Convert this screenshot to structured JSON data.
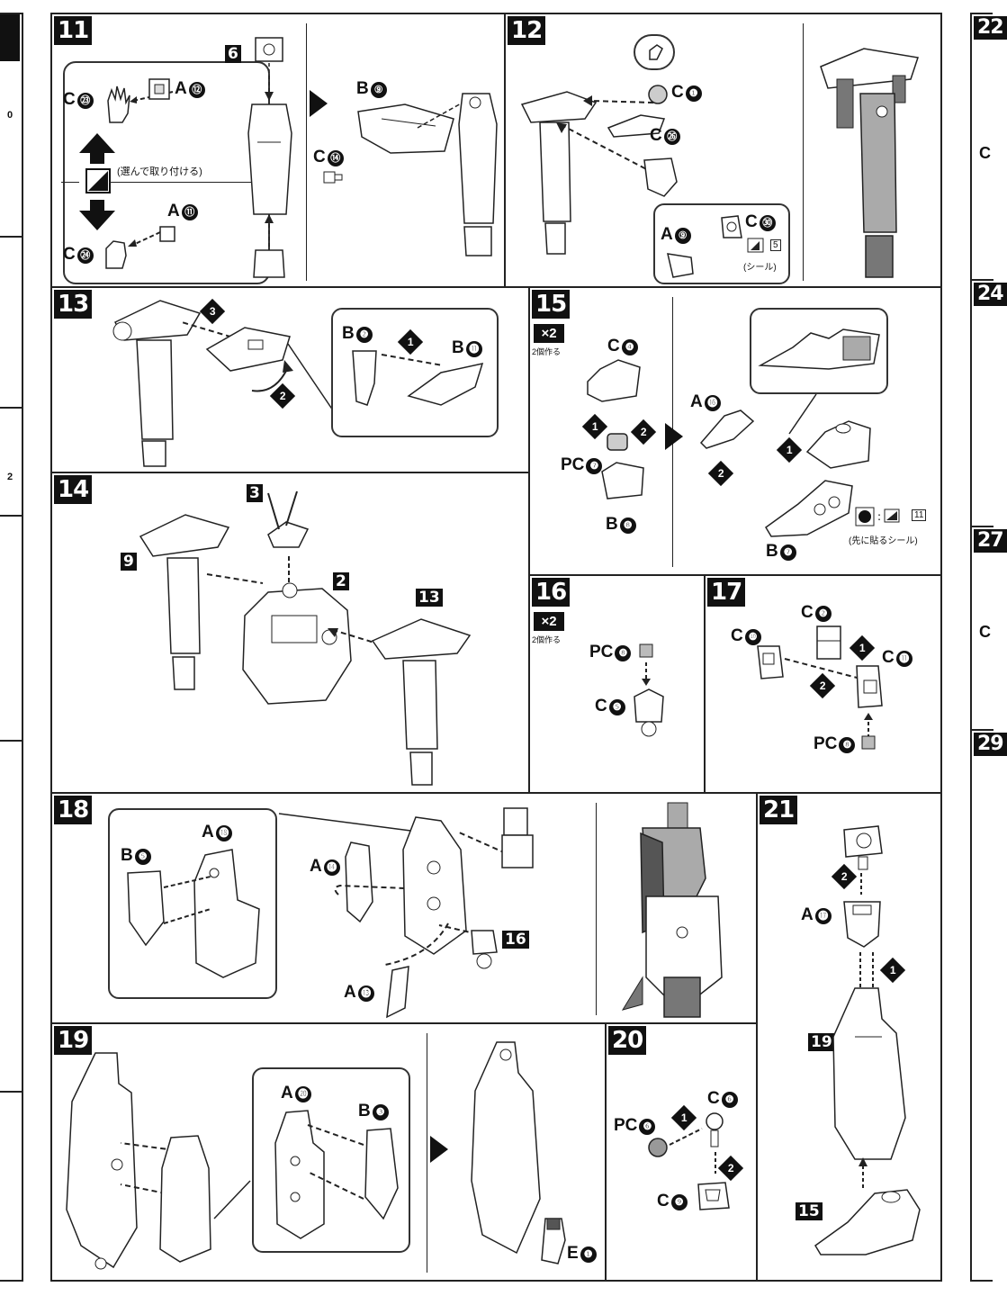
{
  "steps": {
    "s11": {
      "num": "11",
      "c23": "C",
      "c23n": "㉓",
      "a12": "A",
      "a12n": "⑫",
      "c24": "C",
      "c24n": "㉔",
      "a11": "A",
      "a11n": "⑪",
      "select_note": "(選んで取り付ける)",
      "ref6": "6",
      "b9": "B",
      "b9n": "⑨",
      "c14": "C",
      "c14n": "⑭"
    },
    "s12": {
      "num": "12",
      "c1": "C",
      "c1n": "❶",
      "c26": "C",
      "c26n": "㉖",
      "a9": "A",
      "a9n": "⑨",
      "c30": "C",
      "c30n": "㉚",
      "sticker_num": "5",
      "sticker_note": "(シール)"
    },
    "s13": {
      "num": "13",
      "b2": "B",
      "b2n": "❷",
      "b11": "B",
      "b11n": "⓫",
      "seq1": "1",
      "seq2": "2",
      "seq3": "3"
    },
    "s14": {
      "num": "14",
      "ref3": "3",
      "ref9": "9",
      "ref2": "2",
      "ref13": "13"
    },
    "s15": {
      "num": "15",
      "x2": "×2",
      "x2_note": "2個作る",
      "c4": "C",
      "c4n": "❹",
      "pc7": "PC",
      "pc7n": "❼",
      "b8": "B",
      "b8n": "❽",
      "a16": "A",
      "a16n": "⓰",
      "b7": "B",
      "b7n": "❼",
      "sticker_num": "11",
      "sticker_note": "(先に貼るシール)",
      "seq1": "1",
      "seq2": "2"
    },
    "s16": {
      "num": "16",
      "x2": "×2",
      "x2_note": "2個作る",
      "pc8": "PC",
      "pc8n": "❽",
      "c5": "C",
      "c5n": "❺"
    },
    "s17": {
      "num": "17",
      "c2": "C",
      "c2n": "❷",
      "c10": "C",
      "c10n": "❿",
      "c11": "C",
      "c11n": "⓫",
      "pc8": "PC",
      "pc8n": "❽",
      "seq1": "1",
      "seq2": "2"
    },
    "s18": {
      "num": "18",
      "b5": "B",
      "b5n": "❺",
      "a18": "A",
      "a18n": "⓲",
      "a14": "A",
      "a14n": "⓮",
      "a13": "A",
      "a13n": "⓭",
      "ref16": "16"
    },
    "s19": {
      "num": "19",
      "a20": "A",
      "a20n": "⓴",
      "b3": "B",
      "b3n": "❸",
      "e1": "E",
      "e1n": "❶"
    },
    "s20": {
      "num": "20",
      "pc6": "PC",
      "pc6n": "❻",
      "c6": "C",
      "c6n": "❻",
      "c9": "C",
      "c9n": "❾",
      "seq1": "1",
      "seq2": "2"
    },
    "s21": {
      "num": "21",
      "a17": "A",
      "a17n": "⓱",
      "ref19": "19",
      "ref15": "15",
      "seq1": "1",
      "seq2": "2"
    }
  },
  "edge_left": {
    "frag1": "0",
    "frag2": "2"
  },
  "edge_right": {
    "s22": "22",
    "s24": "24",
    "s27": "27",
    "s29": "29",
    "c1": "C",
    "c2": "C"
  }
}
